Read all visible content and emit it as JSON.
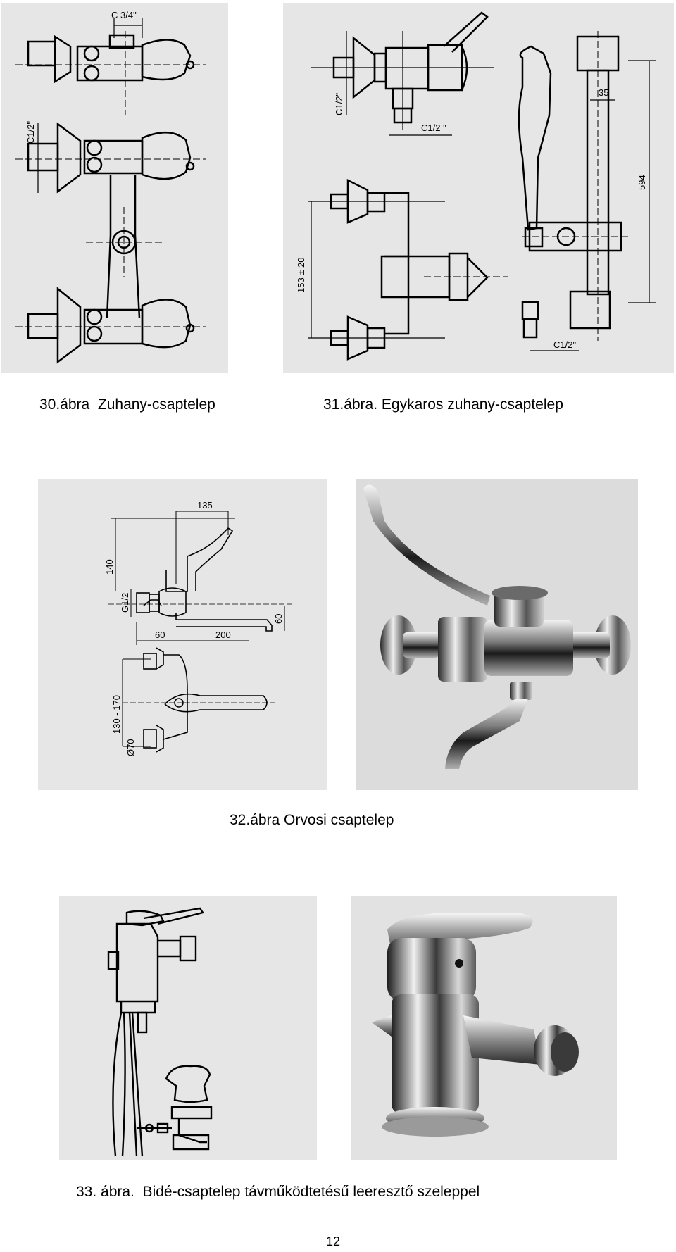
{
  "figures": {
    "fig30": {
      "caption": "30.ábra  Zuhany-csaptelep",
      "labels": {
        "top_thread": "C 3/4\"",
        "side_thread": "C1/2\""
      }
    },
    "fig31": {
      "caption": "31.ábra. Egykaros zuhany-csaptelep",
      "labels": {
        "thread_a": "C1/2\"",
        "thread_b": "C1/2 \"",
        "height": "153 ± 20",
        "bar_offset": "35",
        "bar_length": "594",
        "hose_thread": "C1/2\""
      }
    },
    "fig32": {
      "caption": "32.ábra Orvosi csaptelep",
      "labels": {
        "lever_length": "135",
        "height": "140",
        "thread": "G1/2",
        "outlet_drop": "60",
        "wall_offset": "60",
        "spout_length": "200",
        "spacing": "130 - 170",
        "diameter": "Ø70"
      }
    },
    "fig33": {
      "caption": "33. ábra.  Bidé-csaptelep távműködtetésű leeresztő szeleppel"
    }
  },
  "page_number": "12"
}
